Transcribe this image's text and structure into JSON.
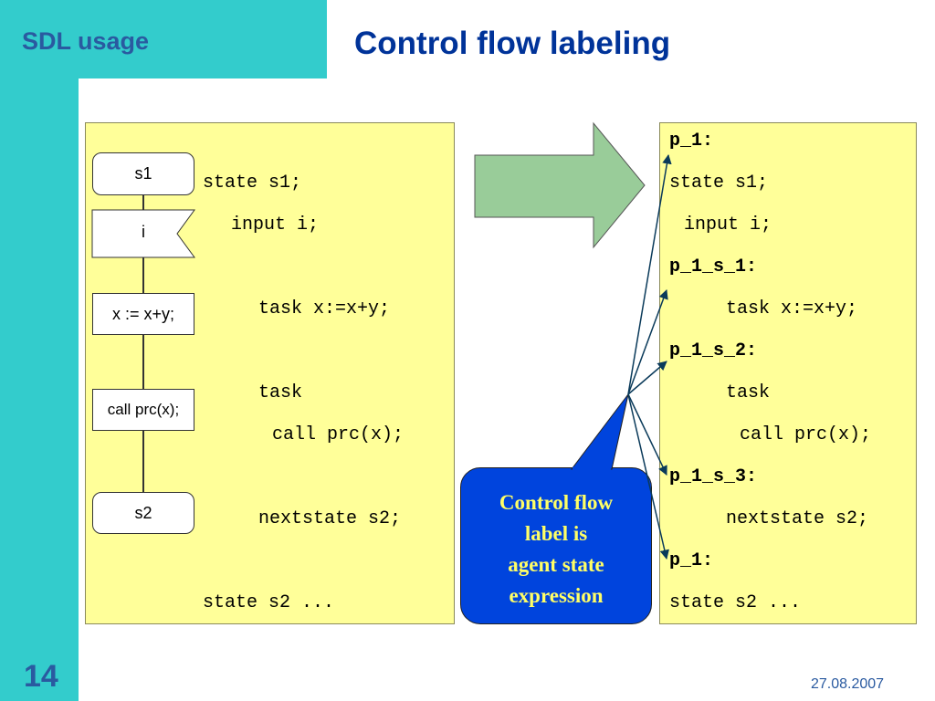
{
  "header": {
    "section": "SDL usage",
    "title": "Control flow labeling"
  },
  "footer": {
    "slide_number": "14",
    "date": "27.08.2007"
  },
  "sdl_diagram": {
    "state_s1": "s1",
    "input_i": "i",
    "task_assign": "x := x+y;",
    "task_call": "call prc(x);",
    "nextstate_s2": "s2"
  },
  "left_code": [
    "state s1;",
    "input i;",
    "task x:=x+y;",
    "task",
    "call prc(x);",
    "nextstate s2;",
    "state s2 ..."
  ],
  "right_code": [
    "p_1:",
    "state s1;",
    "input i;",
    "p_1_s_1:",
    "task x:=x+y;",
    "p_1_s_2:",
    "task",
    "call prc(x);",
    "p_1_s_3:",
    "nextstate s2;",
    "p_1:",
    "state s2 ..."
  ],
  "callout": {
    "line1": "Control flow",
    "line2": "label is",
    "line3": "agent state",
    "line4": "expression"
  },
  "colors": {
    "teal": "#33cccc",
    "panel": "#ffff99",
    "arrow_fill": "#99cc99",
    "callout_bg": "#0044dd",
    "callout_text": "#ffff66",
    "title": "#003399"
  }
}
